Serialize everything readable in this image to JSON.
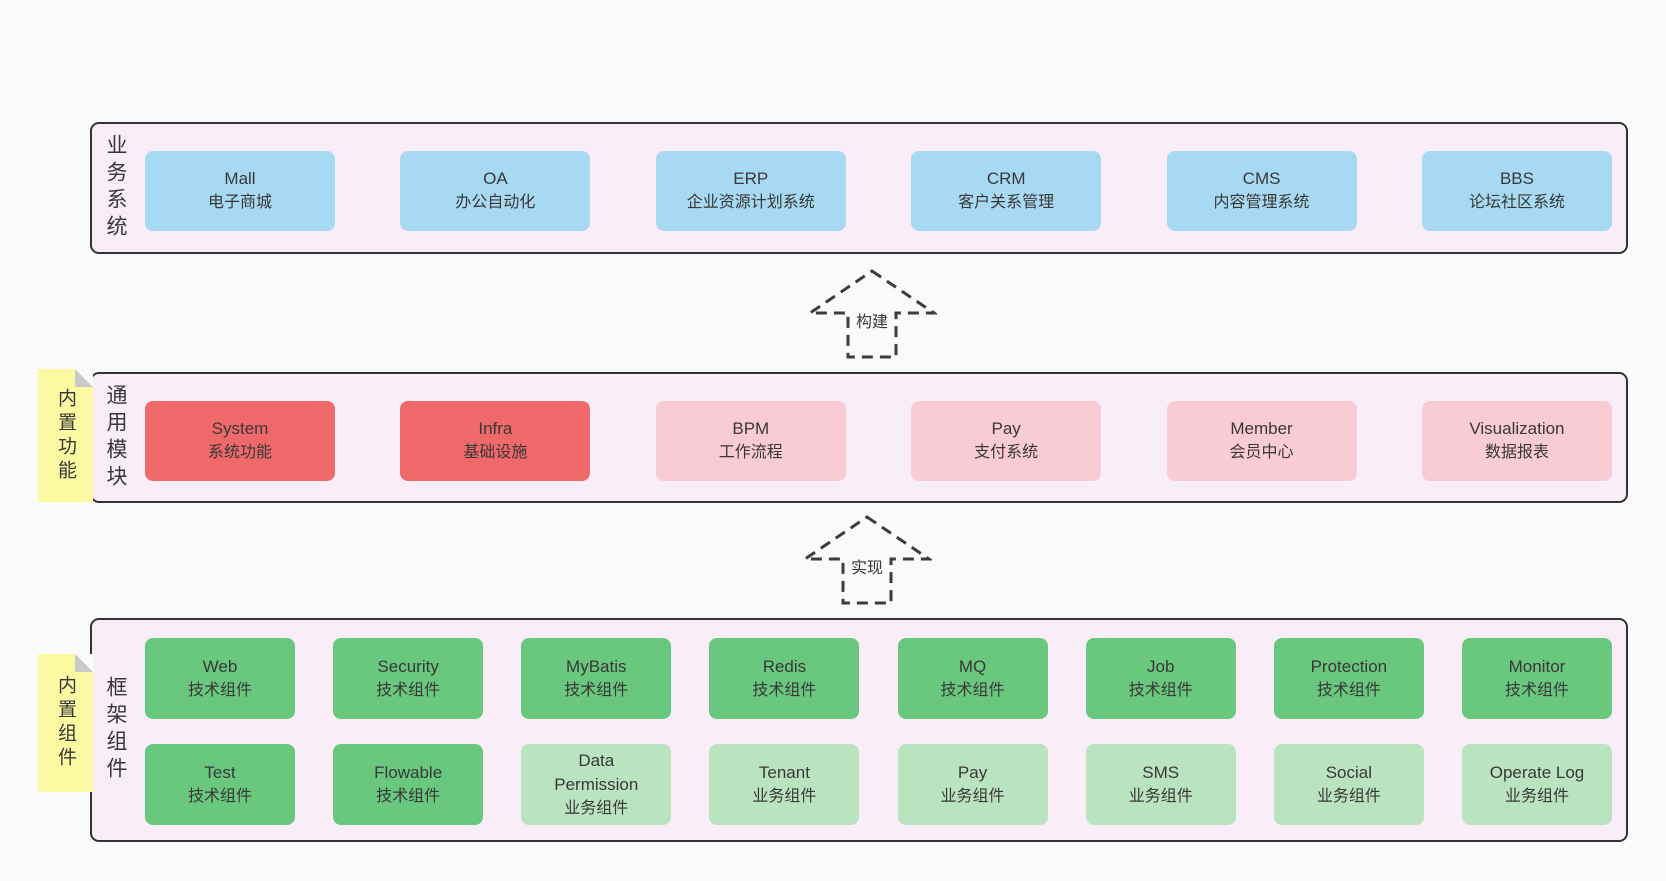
{
  "colors": {
    "page_bg": "#fafafa",
    "band_bg": "#f9edf7",
    "band_border": "#333333",
    "blue": "#a7d9f2",
    "red": "#f0696a",
    "pink": "#f9cbd4",
    "green": "#69c77e",
    "green_light": "#bae3c0",
    "sticky": "#fbf9a2",
    "fold": "#c9c9c9",
    "text": "#383838",
    "arrow": "#3c3c3c"
  },
  "bands": {
    "business": {
      "label": "业务系统",
      "boxes": [
        {
          "title": "Mall",
          "subtitle": "电子商城",
          "variant": "blue"
        },
        {
          "title": "OA",
          "subtitle": "办公自动化",
          "variant": "blue"
        },
        {
          "title": "ERP",
          "subtitle": "企业资源计划系统",
          "variant": "blue"
        },
        {
          "title": "CRM",
          "subtitle": "客户关系管理",
          "variant": "blue"
        },
        {
          "title": "CMS",
          "subtitle": "内容管理系统",
          "variant": "blue"
        },
        {
          "title": "BBS",
          "subtitle": "论坛社区系统",
          "variant": "blue"
        }
      ]
    },
    "modules": {
      "label": "通用模块",
      "note": "内置功能",
      "boxes": [
        {
          "title": "System",
          "subtitle": "系统功能",
          "variant": "red"
        },
        {
          "title": "Infra",
          "subtitle": "基础设施",
          "variant": "red"
        },
        {
          "title": "BPM",
          "subtitle": "工作流程",
          "variant": "pink"
        },
        {
          "title": "Pay",
          "subtitle": "支付系统",
          "variant": "pink"
        },
        {
          "title": "Member",
          "subtitle": "会员中心",
          "variant": "pink"
        },
        {
          "title": "Visualization",
          "subtitle": "数据报表",
          "variant": "pink"
        }
      ]
    },
    "components": {
      "label": "框架组件",
      "note": "内置组件",
      "row1": [
        {
          "title": "Web",
          "subtitle": "技术组件",
          "variant": "green"
        },
        {
          "title": "Security",
          "subtitle": "技术组件",
          "variant": "green"
        },
        {
          "title": "MyBatis",
          "subtitle": "技术组件",
          "variant": "green"
        },
        {
          "title": "Redis",
          "subtitle": "技术组件",
          "variant": "green"
        },
        {
          "title": "MQ",
          "subtitle": "技术组件",
          "variant": "green"
        },
        {
          "title": "Job",
          "subtitle": "技术组件",
          "variant": "green"
        },
        {
          "title": "Protection",
          "subtitle": "技术组件",
          "variant": "green"
        },
        {
          "title": "Monitor",
          "subtitle": "技术组件",
          "variant": "green"
        }
      ],
      "row2": [
        {
          "title": "Test",
          "subtitle": "技术组件",
          "variant": "green"
        },
        {
          "title": "Flowable",
          "subtitle": "技术组件",
          "variant": "green"
        },
        {
          "title": "Data Permission",
          "subtitle": "业务组件",
          "variant": "green-light"
        },
        {
          "title": "Tenant",
          "subtitle": "业务组件",
          "variant": "green-light"
        },
        {
          "title": "Pay",
          "subtitle": "业务组件",
          "variant": "green-light"
        },
        {
          "title": "SMS",
          "subtitle": "业务组件",
          "variant": "green-light"
        },
        {
          "title": "Social",
          "subtitle": "业务组件",
          "variant": "green-light"
        },
        {
          "title": "Operate Log",
          "subtitle": "业务组件",
          "variant": "green-light"
        }
      ]
    }
  },
  "arrows": {
    "build": "构建",
    "implement": "实现"
  }
}
